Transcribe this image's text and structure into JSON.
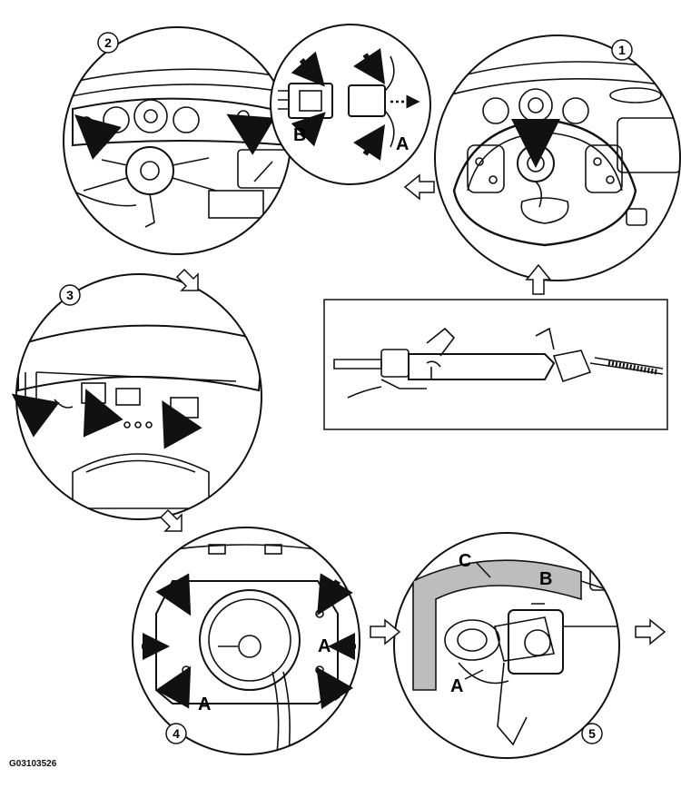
{
  "steps": [
    {
      "number": "1"
    },
    {
      "number": "2",
      "callouts": [
        "B",
        "A"
      ]
    },
    {
      "number": "3"
    },
    {
      "number": "4",
      "callouts": [
        "A",
        "A"
      ]
    },
    {
      "number": "5",
      "callouts": [
        "C",
        "B",
        "A"
      ]
    }
  ],
  "figure_code": "G03103526",
  "colors": {
    "line": "#111111",
    "fill": "#ffffff",
    "shade": "#bdbdbd"
  }
}
